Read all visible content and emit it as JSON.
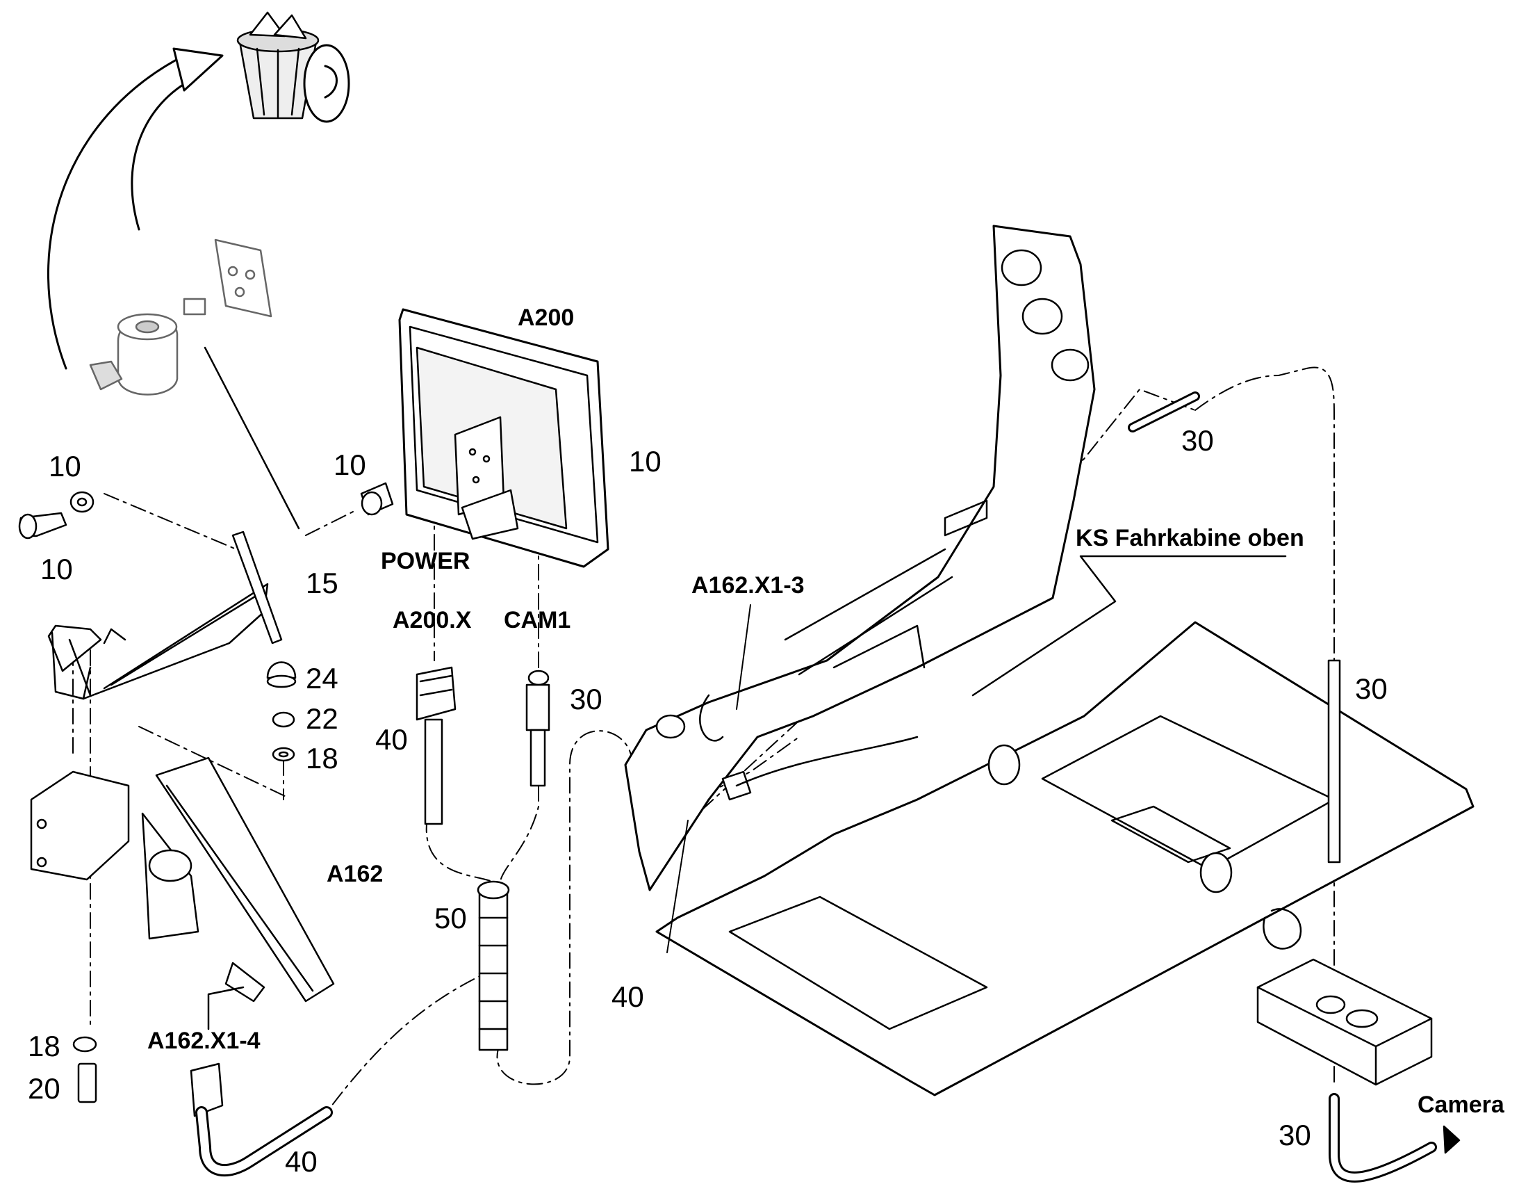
{
  "diagram": {
    "components": {
      "a200": "A200",
      "a162": "A162",
      "power": "POWER",
      "a200x": "A200.X",
      "cam1": "CAM1",
      "a162x13": "A162.X1-3",
      "a162x14": "A162.X1-4",
      "ks": "KS Fahrkabine oben",
      "camera": "Camera"
    },
    "callouts": {
      "n10a": "10",
      "n10b": "10",
      "n10c": "10",
      "n10d": "10",
      "n15": "15",
      "n24": "24",
      "n22": "22",
      "n18a": "18",
      "n18b": "18",
      "n20": "20",
      "n30a": "30",
      "n30b": "30",
      "n30c": "30",
      "n30d": "30",
      "n40a": "40",
      "n40b": "40",
      "n40c": "40",
      "n50": "50"
    }
  }
}
